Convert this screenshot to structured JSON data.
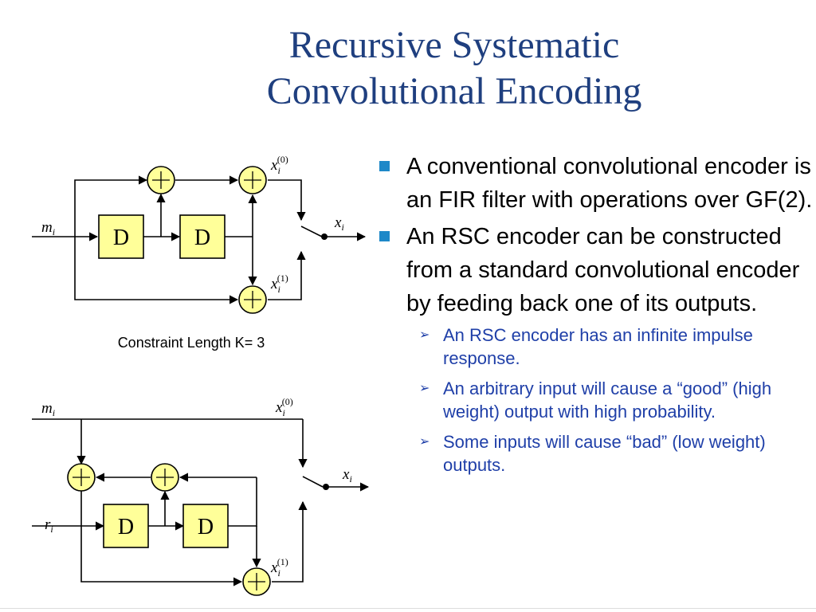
{
  "slide": {
    "title_line1": "Recursive Systematic",
    "title_line2": "Convolutional Encoding",
    "caption": "Constraint Length K= 3"
  },
  "diagram": {
    "delay_label": "D",
    "m": "m",
    "x": "x",
    "r": "r",
    "sub_i": "i",
    "sup0": "(0)",
    "sup1": "(1)",
    "plus": "+"
  },
  "bullets": [
    {
      "text": "A conventional convolutional encoder is an FIR filter with operations over GF(2).",
      "sub": []
    },
    {
      "text": "An RSC encoder can be constructed from a standard convolutional encoder by feeding back one of its outputs.",
      "sub": [
        "An RSC encoder has an infinite impulse response.",
        "An arbitrary input will cause a “good” (high weight) output with high probability.",
        "Some inputs will cause “bad” (low weight) outputs."
      ]
    }
  ],
  "colors": {
    "title": "#1F3F7F",
    "bullet_square": "#1E88C8",
    "subbullet_text": "#1F3FA8",
    "box_fill": "#FFFF99"
  }
}
